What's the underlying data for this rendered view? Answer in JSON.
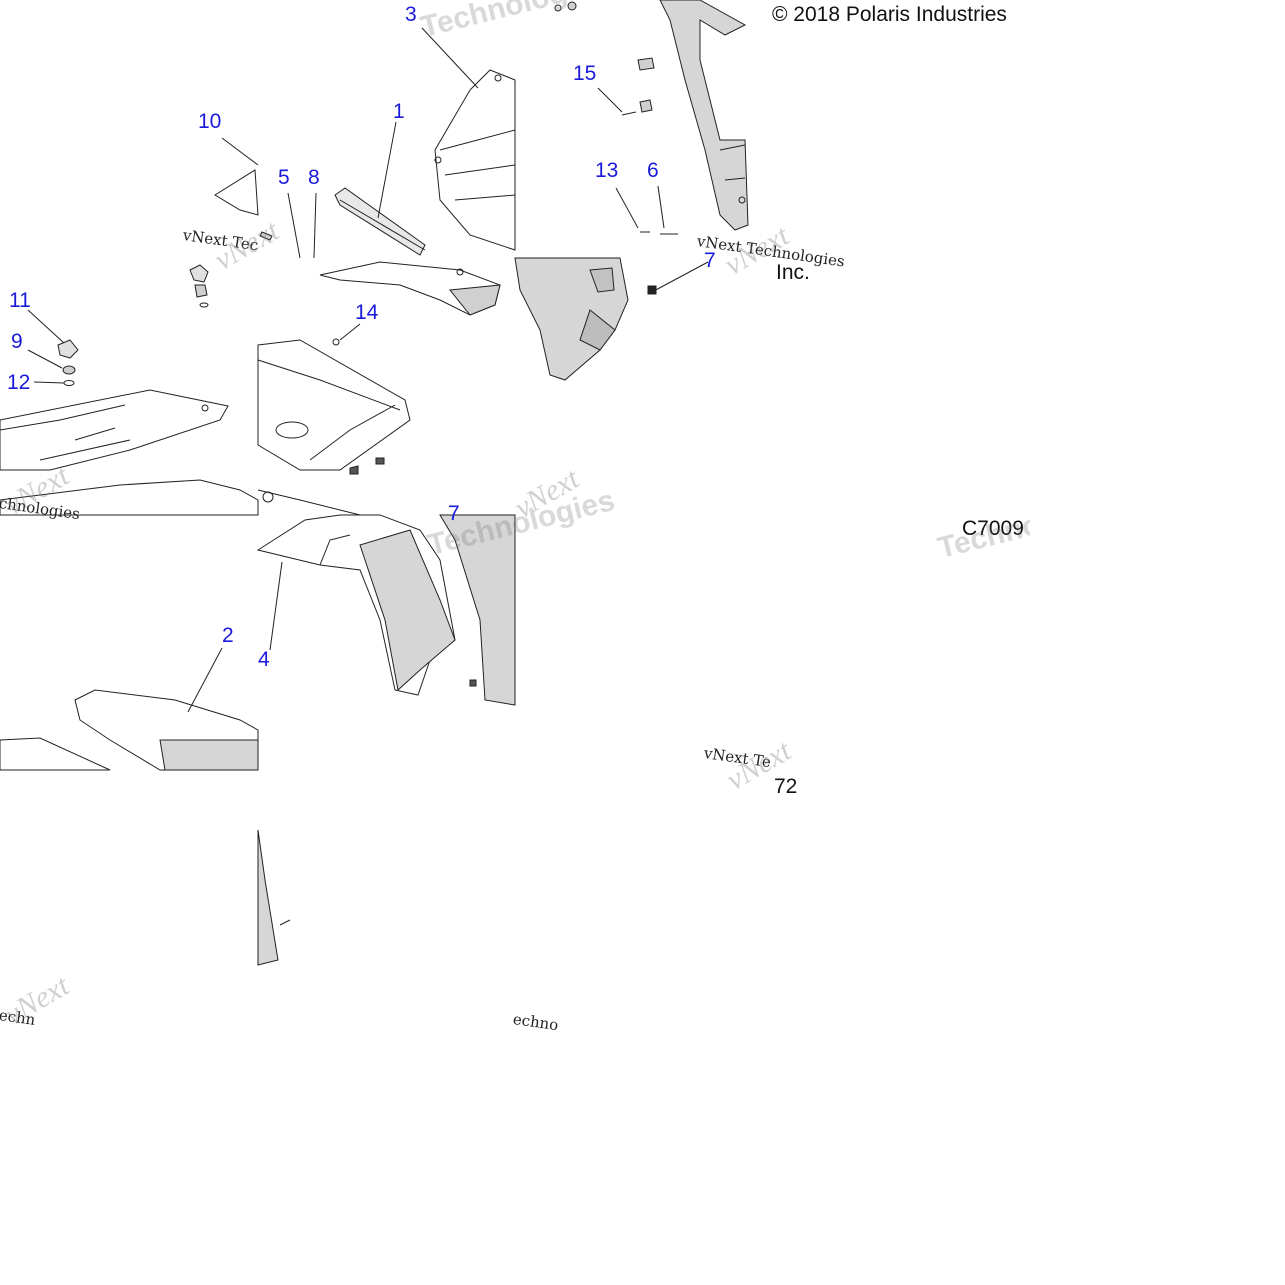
{
  "copyright": "© 2018 Polaris Industries",
  "copyright_suffix": "Inc.",
  "diagram_code": "C7009",
  "diagram_code_fragment": "72",
  "watermark": {
    "text": "vNext Technologies",
    "fragment_a": "vNext Tec",
    "fragment_b": "vNext Te",
    "fragment_c": "chnologies",
    "fragment_d": "echno",
    "fragment_e": "echn",
    "logo_text": "vNext",
    "faded_text": "Technologies"
  },
  "callouts": {
    "c1": "1",
    "c2": "2",
    "c3": "3",
    "c4": "4",
    "c5": "5",
    "c6": "6",
    "c7a": "7",
    "c7b": "7",
    "c8": "8",
    "c9": "9",
    "c10": "10",
    "c11": "11",
    "c12": "12",
    "c13": "13",
    "c14": "14",
    "c15": "15"
  },
  "colors": {
    "callout": "#1a1adb",
    "panel_fill": "#d6d6d6",
    "line": "#222222"
  }
}
